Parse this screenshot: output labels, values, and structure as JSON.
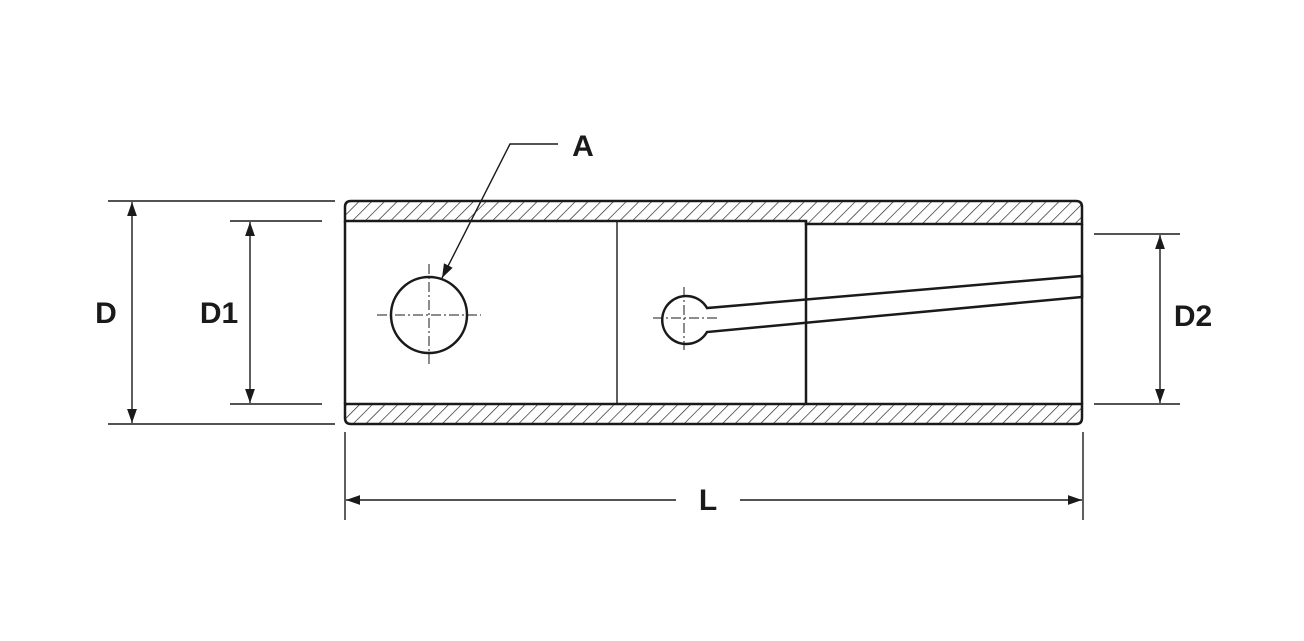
{
  "diagram": {
    "labels": {
      "hole": "A",
      "outer_diameter": "D",
      "inner_diameter": "D1",
      "bore_diameter": "D2",
      "length": "L"
    }
  }
}
